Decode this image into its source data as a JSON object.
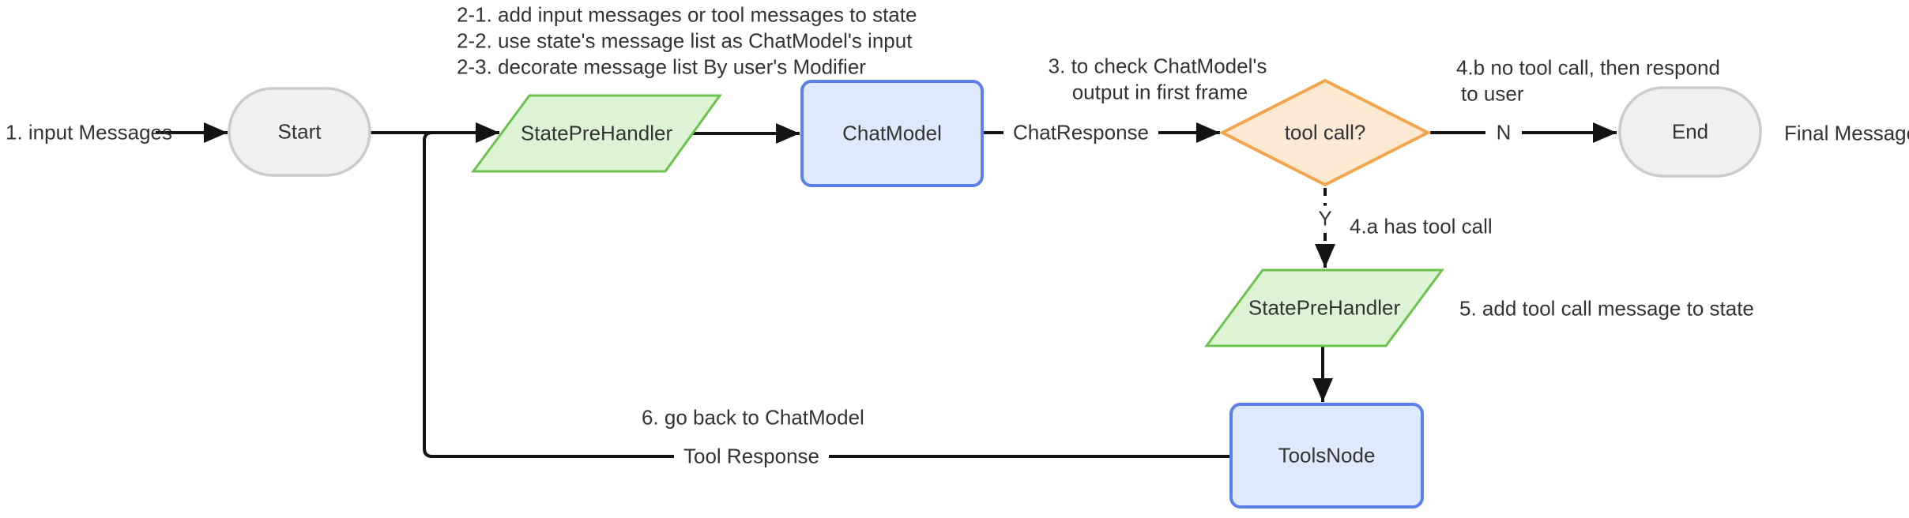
{
  "diagram": {
    "nodes": {
      "start": "Start",
      "state_pre_handler": "StatePreHandler",
      "chat_model": "ChatModel",
      "tool_call_decision": "tool call?",
      "end": "End",
      "state_pre_handler_loop": "StatePreHandler",
      "tools_node": "ToolsNode"
    },
    "edge_labels": {
      "input_messages": "1. input Messages",
      "chat_response": "ChatResponse",
      "no": "N",
      "yes": "Y",
      "final_message": "Final Message",
      "tool_response": "Tool Response"
    },
    "annotations": {
      "step2_line1": "2-1. add input messages or tool messages to state",
      "step2_line2": "2-2. use state's message list as ChatModel's input",
      "step2_line3": "2-3. decorate message list By user's Modifier",
      "step3_line1": "3. to check ChatModel's",
      "step3_line2": "output in first frame",
      "step4a": "4.a has tool call",
      "step4b_line1": "4.b no tool call, then respond",
      "step4b_line2": "to user",
      "step5": "5. add tool call message to state",
      "step6": "6. go back to ChatModel"
    },
    "colors": {
      "node_gray_fill": "#eff0f1",
      "node_gray_border": "#c9cbcd",
      "node_green_fill": "#dcf4d3",
      "node_green_border": "#6cc24e",
      "node_blue_fill": "#dfe9fd",
      "node_blue_border": "#5a80ea",
      "node_orange_fill": "#fbe9d4",
      "node_orange_border": "#f2a44e",
      "edge_color": "#141414",
      "text_color": "#333333"
    }
  }
}
